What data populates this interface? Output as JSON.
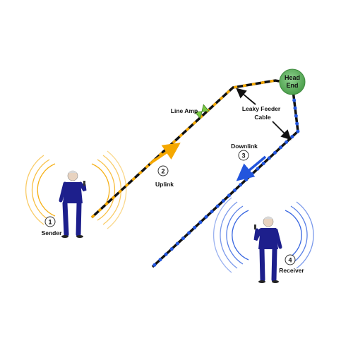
{
  "diagram": {
    "head_end": {
      "line1": "Head",
      "line2": "End"
    },
    "labels": {
      "line_amp": "Line Amp",
      "leaky_feeder_line1": "Leaky Feeder",
      "leaky_feeder_line2": "Cable",
      "downlink": "Downlink",
      "uplink": "Uplink",
      "sender": "Sender",
      "receiver": "Receiver"
    },
    "steps": [
      "1",
      "2",
      "3",
      "4"
    ],
    "colors": {
      "uplink": "#f5a800",
      "downlink": "#2255dd",
      "head_end": "#5cb85c",
      "line_amp": "#7ac943",
      "cable": "#111111"
    }
  }
}
